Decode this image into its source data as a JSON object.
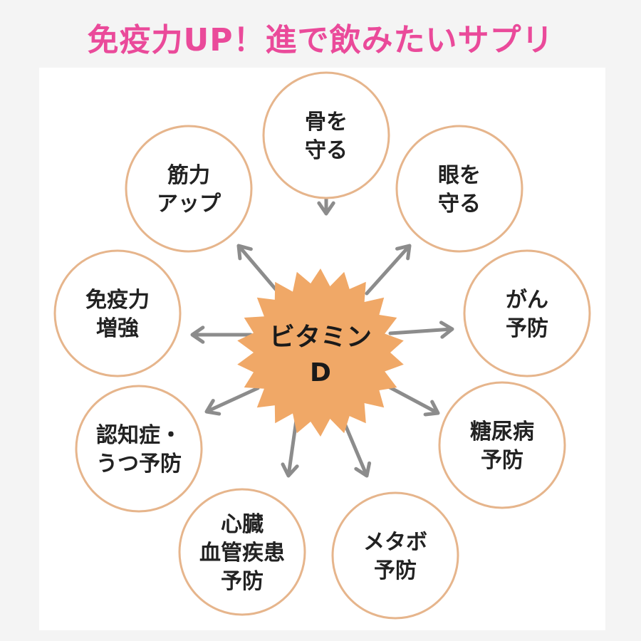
{
  "title": "免疫力UP！進で飲みたいサプリ",
  "center": {
    "lines": [
      "ビタミン",
      "D"
    ]
  },
  "benefits": [
    {
      "lines": [
        "骨を",
        "守る"
      ]
    },
    {
      "lines": [
        "眼を",
        "守る"
      ]
    },
    {
      "lines": [
        "がん",
        "予防"
      ]
    },
    {
      "lines": [
        "糖尿病",
        "予防"
      ]
    },
    {
      "lines": [
        "メタボ",
        "予防"
      ]
    },
    {
      "lines": [
        "心臓",
        "血管疾患",
        "予防"
      ]
    },
    {
      "lines": [
        "認知症・",
        "うつ予防"
      ]
    },
    {
      "lines": [
        "免疫力",
        "増強"
      ]
    },
    {
      "lines": [
        "筋力",
        "アップ"
      ]
    }
  ],
  "colors": {
    "title": "#ea4a9a",
    "circle_stroke": "#e6b58c",
    "burst": "#f0a867",
    "arrow": "#8c8c8c"
  }
}
